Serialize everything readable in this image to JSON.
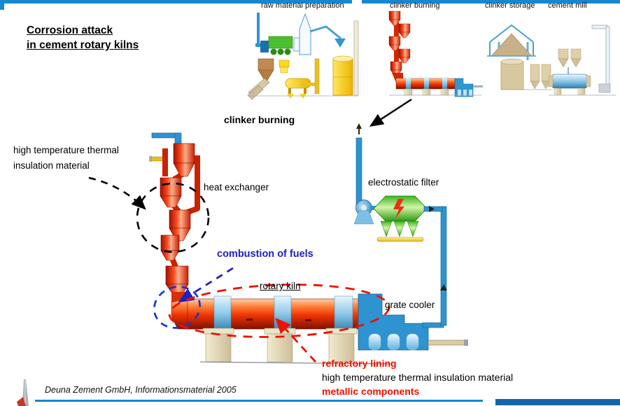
{
  "slide": {
    "title": [
      "Corrosion attack",
      "in cement rotary kilns"
    ],
    "attribution": "Deuna Zement GmbH, Informationsmaterial 2005"
  },
  "overview": {
    "section_labels": [
      {
        "label": "raw material preparation"
      },
      {
        "label": "clinker burning"
      },
      {
        "label": "clinker storage"
      },
      {
        "label": "cement mill"
      }
    ]
  },
  "main": {
    "heading": "clinker burning",
    "insulation_line1": "high temperature thermal",
    "insulation_line2": "insulation material",
    "heat_exchanger": "heat exchanger",
    "electrostatic_filter": "electrostatic filter",
    "combustion": "combustion of  fuels",
    "rotary_kiln": "rotary kiln",
    "grate_cooler": "grate cooler",
    "callout_line1": "refractory lining",
    "callout_line2": "high temperature thermal insulation material",
    "callout_line3": "metallic components"
  },
  "colors": {
    "accent_blue_bar": "#1787d0",
    "footer_dark_bar": "#1166a8",
    "combustion_label_blue": "#2121bd",
    "callout_red": "#ee1100",
    "kiln_red": "#e23000",
    "pipe_blue": "#2e93d0",
    "filter_green": "#3db51e"
  }
}
